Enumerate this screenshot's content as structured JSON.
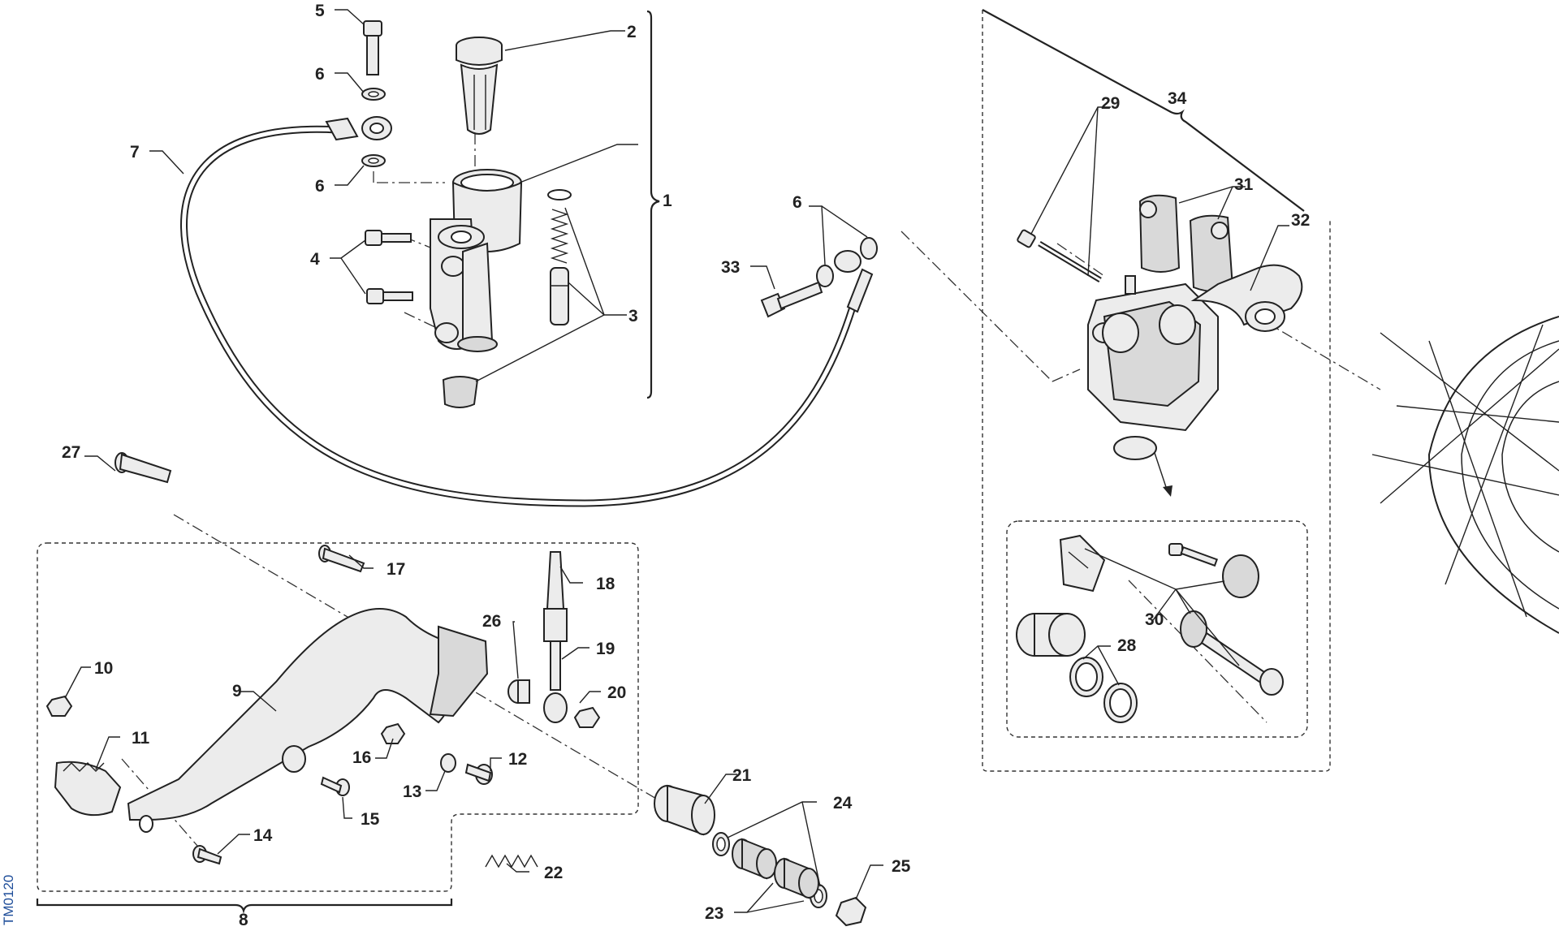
{
  "doc_code": "TM0120",
  "callouts": {
    "c1": "1",
    "c2": "2",
    "c3": "3",
    "c4": "4",
    "c5": "5",
    "c6a": "6",
    "c6b": "6",
    "c6c": "6",
    "c7": "7",
    "c8": "8",
    "c9": "9",
    "c10": "10",
    "c11": "11",
    "c12": "12",
    "c13": "13",
    "c14": "14",
    "c15": "15",
    "c16": "16",
    "c17": "17",
    "c18": "18",
    "c19": "19",
    "c20": "20",
    "c21": "21",
    "c22": "22",
    "c23": "23",
    "c24": "24",
    "c25": "25",
    "c26": "26",
    "c27": "27",
    "c28": "28",
    "c29": "29",
    "c30": "30",
    "c31": "31",
    "c32": "32",
    "c33": "33",
    "c34": "34"
  }
}
